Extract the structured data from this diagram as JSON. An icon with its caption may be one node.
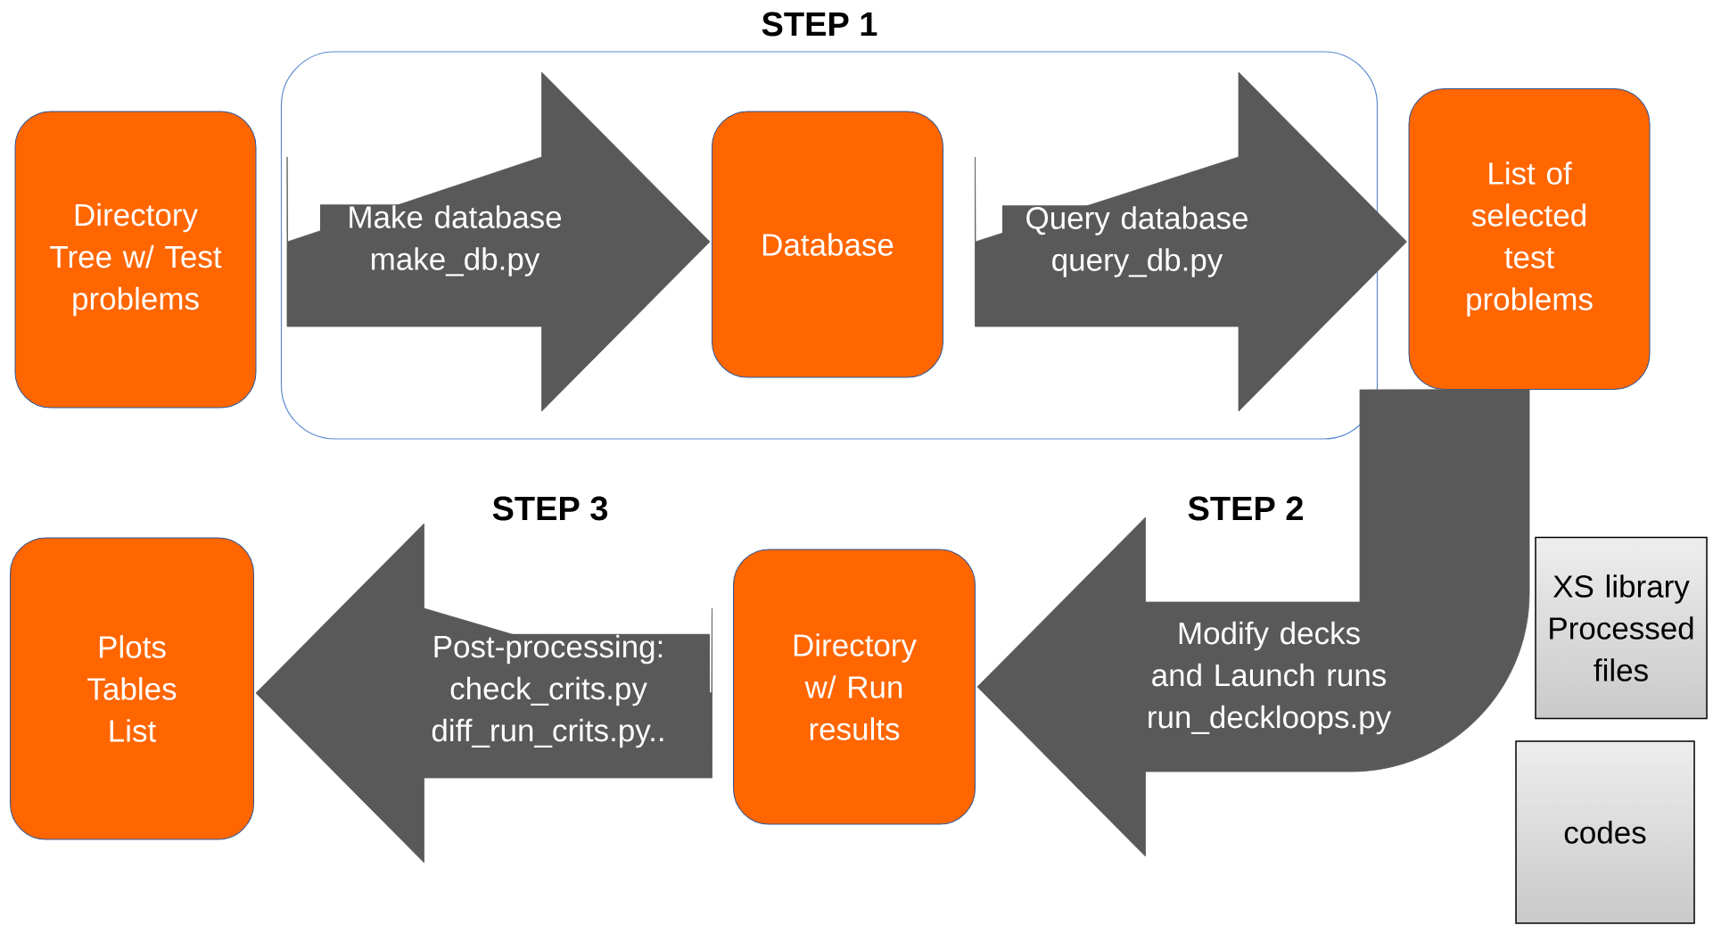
{
  "diagram": {
    "nodes": [
      {
        "text": [
          "STEP 1"
        ]
      },
      {
        "text": [
          "Directory Tree w/ Test problems"
        ]
      },
      {
        "text": [
          "Database"
        ],
        "in": 0
      },
      {
        "text": [
          "List of selected test problems"
        ]
      },
      {
        "text": [
          "Plots Tables List"
        ]
      },
      {
        "text": [
          "Directory w/ Run results"
        ]
      },
      {
        "text": [
          "XS library Processed files"
        ]
      },
      {
        "text": [
          "codes"
        ]
      }
    ],
    "edges": [
      {
        "from": 1,
        "to": 2,
        "arrow": "to",
        "label": "Make database make_db.py"
      },
      {
        "from": 2,
        "to": 3,
        "arrow": "to",
        "label": "Query database query_db.py"
      },
      {
        "from": 3,
        "to": 5,
        "arrow": "to",
        "label": "Modify decks and Launch runs run_deckloops.py"
      },
      {
        "from": 5,
        "to": 4,
        "arrow": "to",
        "label": "Post-processing: check_crits.py diff_run_crits.py.."
      }
    ],
    "labels": [
      "STEP 3",
      "STEP 2"
    ]
  }
}
